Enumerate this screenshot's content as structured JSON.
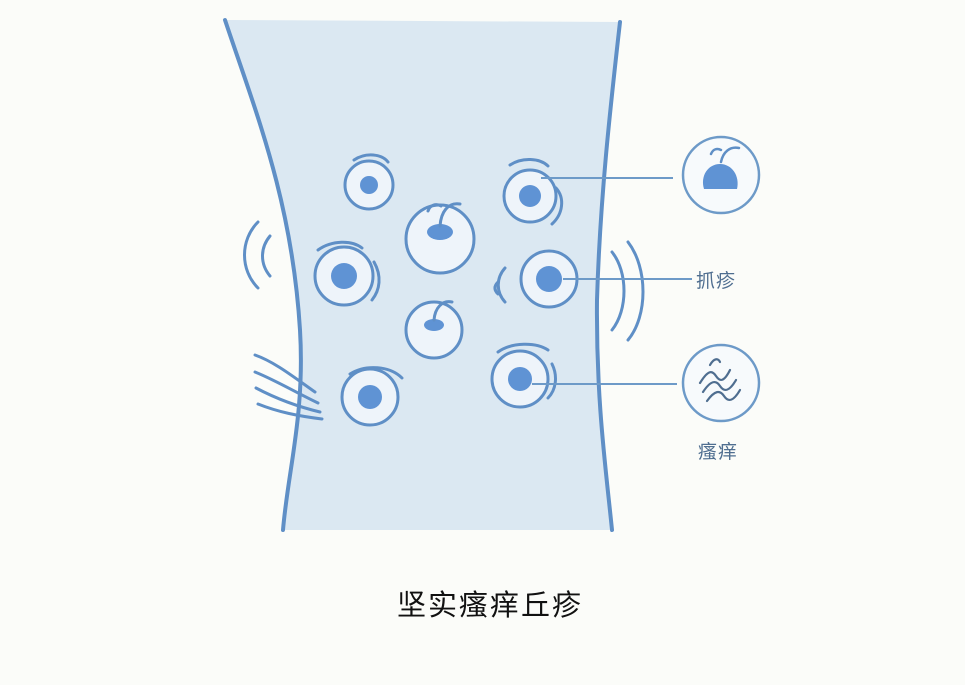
{
  "labels": {
    "scratch": "抓疹",
    "itch": "瘙痒"
  },
  "caption": "坚实瘙痒丘疹",
  "colors": {
    "background": "#fbfcf9",
    "skin_fill": "#dbe8f2",
    "outline": "#5f8fc6",
    "lesion_core": "#5f93d4",
    "label_text": "#4f6e90",
    "caption_text": "#111111"
  },
  "icons": [
    "bump-drop-icon",
    "itch-wave-icon"
  ]
}
